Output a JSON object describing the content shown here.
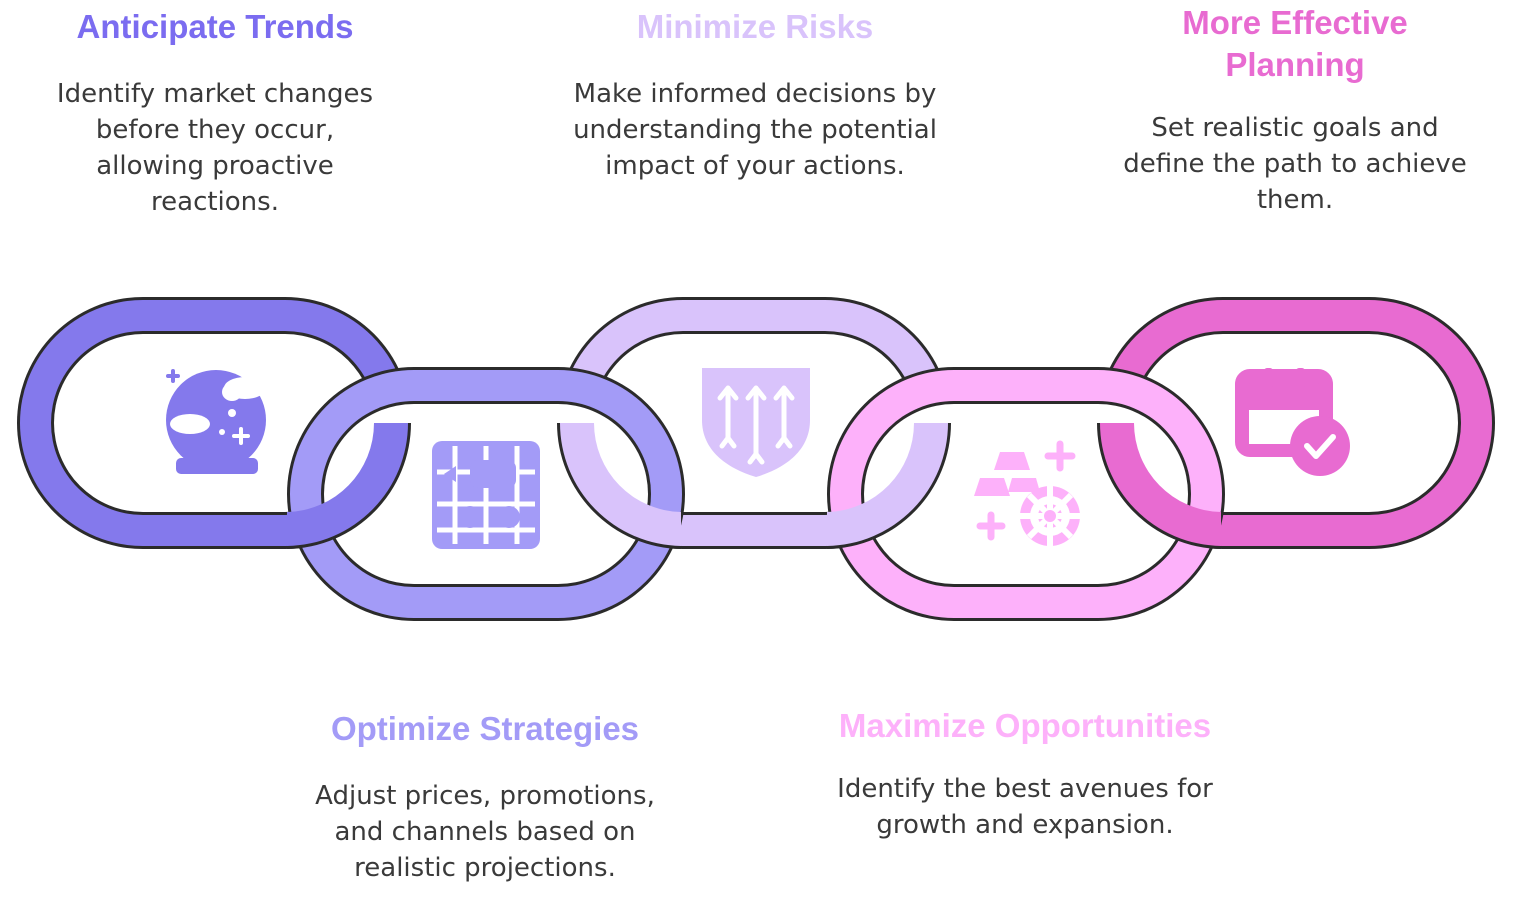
{
  "colors": {
    "outline": "#2b2b2b",
    "link1": "#8479ec",
    "link2": "#a39bf7",
    "link3": "#d9c3fb",
    "link4": "#fdb1fa",
    "link5": "#e86bd1"
  },
  "items": [
    {
      "title": "Anticipate Trends",
      "description": "Identify market changes before they occur, allowing proactive reactions.",
      "title_color": "#7b6cf0",
      "icon": "crystal-ball-icon"
    },
    {
      "title": "Optimize Strategies",
      "description": "Adjust prices, promotions, and channels based on realistic projections.",
      "title_color": "#a39bf7",
      "icon": "strategy-board-icon"
    },
    {
      "title": "Minimize Risks",
      "description": "Make informed decisions by understanding the potential impact of your actions.",
      "title_color": "#d9c3fb",
      "icon": "shield-arrows-icon"
    },
    {
      "title": "Maximize Opportunities",
      "description": "Identify the best avenues for growth and expansion.",
      "title_color": "#fdb1fa",
      "icon": "gold-bars-coin-icon"
    },
    {
      "title": "More Effective Planning",
      "description": "Set realistic goals and define the path to achieve them.",
      "title_color": "#e86bd1",
      "icon": "calendar-check-icon"
    }
  ]
}
